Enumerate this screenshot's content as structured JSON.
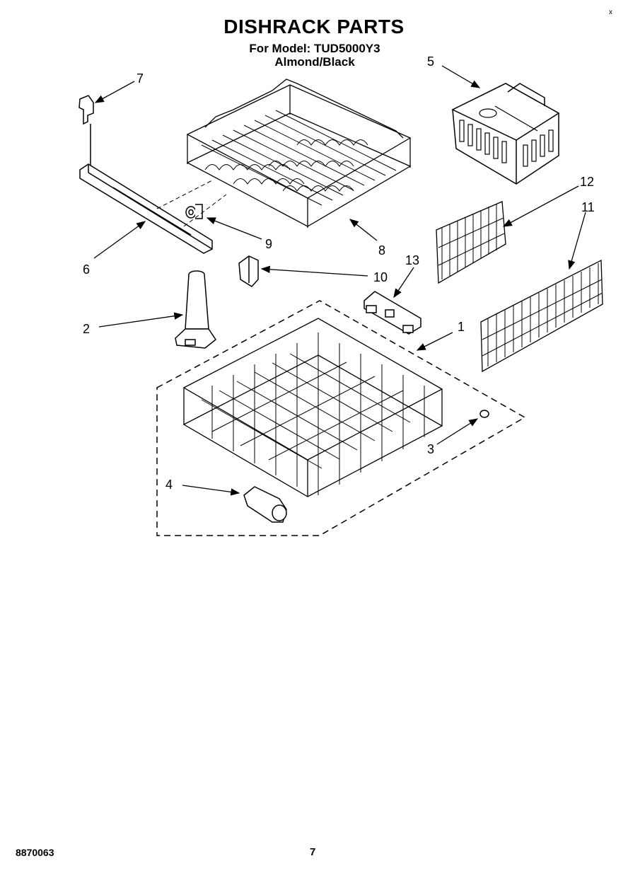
{
  "header": {
    "title": "DISHRACK PARTS",
    "model": "For Model: TUD5000Y3",
    "color": "Almond/Black",
    "corner_mark": "x"
  },
  "callouts": {
    "c1": "1",
    "c2": "2",
    "c3": "3",
    "c4": "4",
    "c5": "5",
    "c6": "6",
    "c7": "7",
    "c8": "8",
    "c9": "9",
    "c10": "10",
    "c11": "11",
    "c12": "12",
    "c13": "13"
  },
  "footer": {
    "doc_number": "8870063",
    "page": "7"
  }
}
